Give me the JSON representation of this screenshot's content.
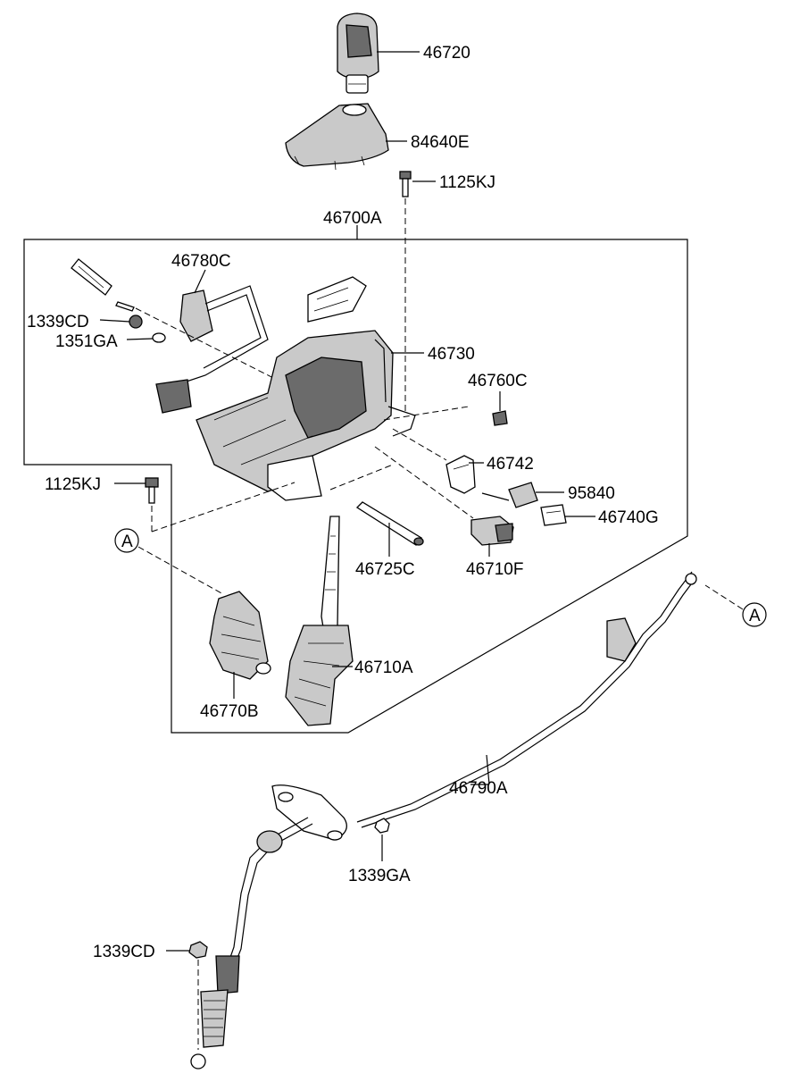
{
  "labels": {
    "shift_knob": "46720",
    "console_cover": "84640E",
    "bolt_top": "1125KJ",
    "shifter_assembly": "46700A",
    "bracket_46780c": "46780C",
    "nut_1339cd_top": "1339CD",
    "washer_1351ga": "1351GA",
    "indicator_46730": "46730",
    "clip_46760c": "46760C",
    "bracket_46742": "46742",
    "bolt_left": "1125KJ",
    "switch_95840": "95840",
    "clip_46740g": "46740G",
    "ref_a_left": "A",
    "pin_46725c": "46725C",
    "lock_46710f": "46710F",
    "lever_46710a": "46710A",
    "bracket_46770b": "46770B",
    "ref_a_right": "A",
    "cable_46790a": "46790A",
    "nut_1339ga": "1339GA",
    "nut_1339cd_bottom": "1339CD"
  }
}
